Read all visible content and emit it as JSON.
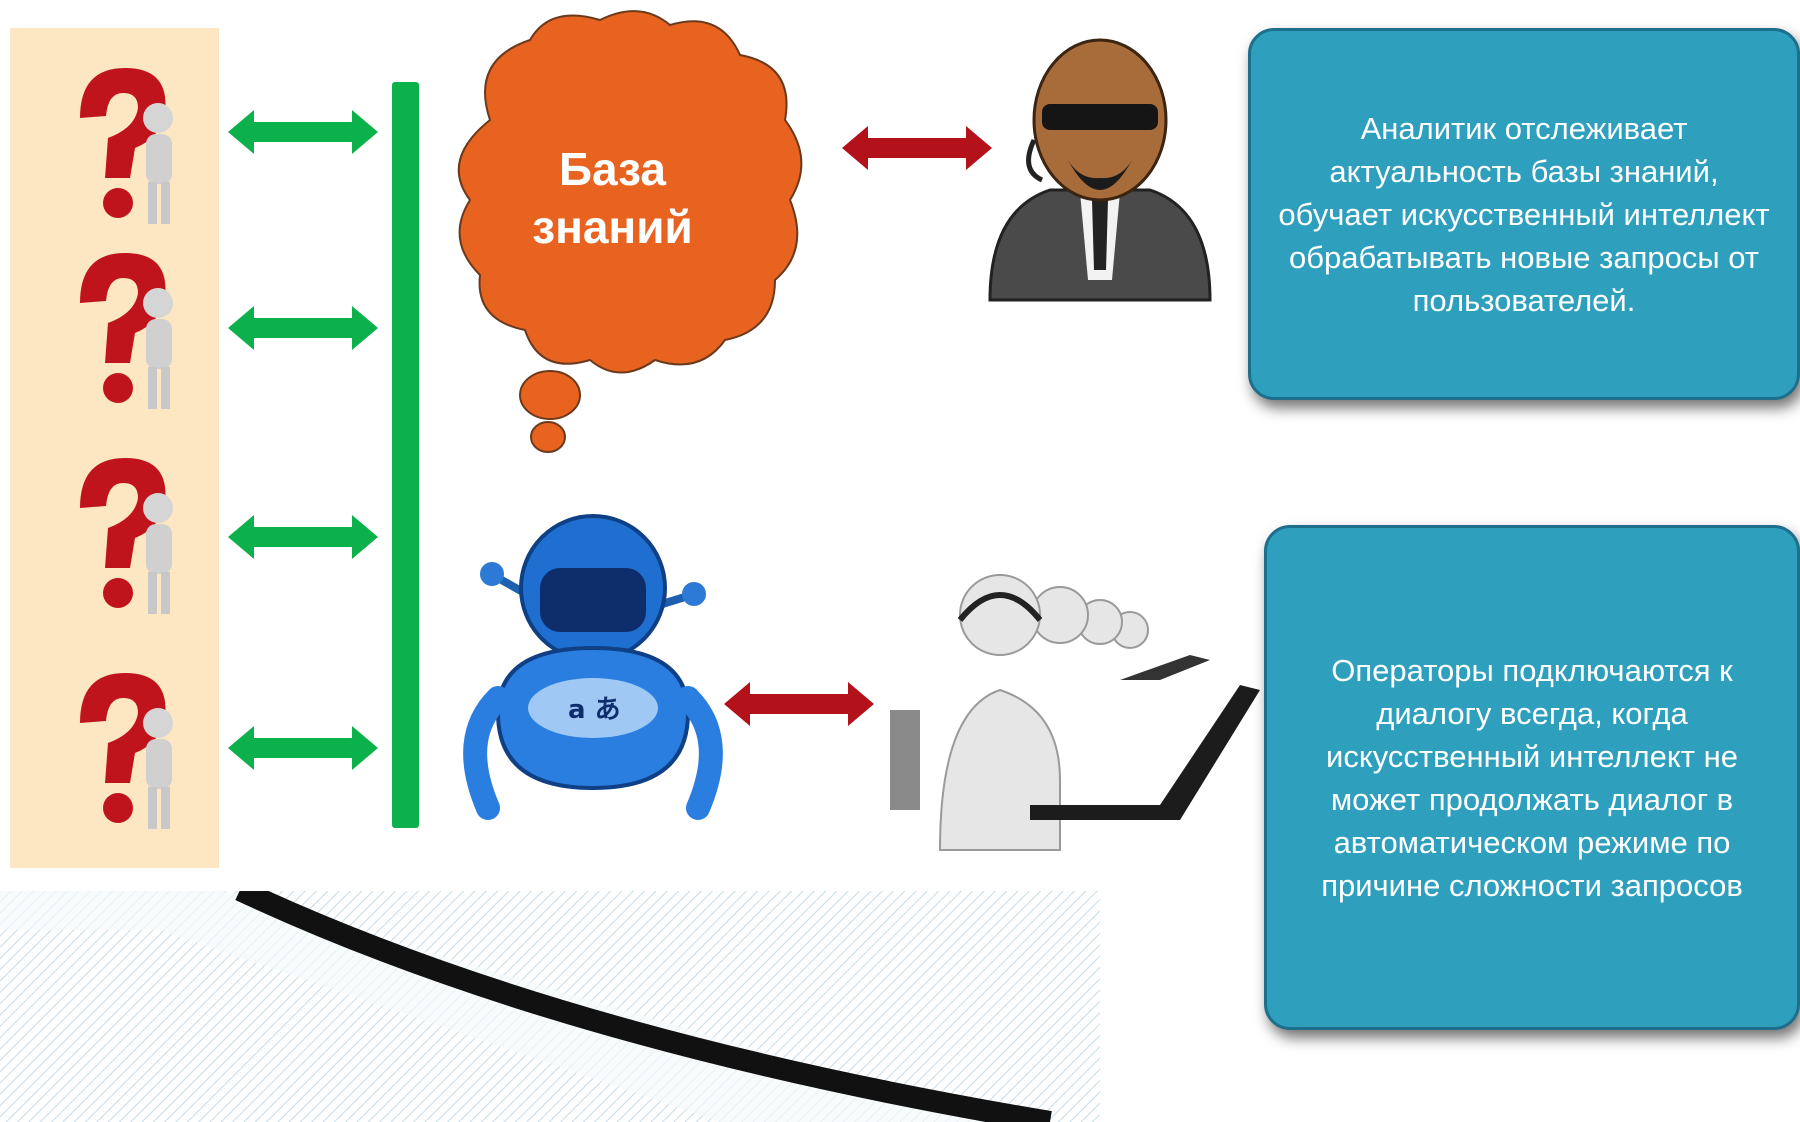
{
  "knowledge_base": {
    "label": "База\nзнаний",
    "line1": "База",
    "line2": "знаний",
    "color": "#e8631f"
  },
  "analyst_box": {
    "text": "Аналитик отслеживает актуальность базы знаний, обучает искусственный интеллект обрабатывать новые запросы от пользователей."
  },
  "operators_box": {
    "text": "Операторы подключаются к диалогу всегда, когда искусственный интеллект не может продолжать диалог в автоматическом режиме по причине сложности запросов"
  },
  "icons": {
    "user": "question-mark-thinking-person-icon",
    "analyst": "agent-with-headset-icon",
    "robot": "robot-translator-icon",
    "operators": "call-center-operators-icon"
  },
  "robot_badge": "a あ",
  "colors": {
    "green_arrow": "#0db14b",
    "red_arrow": "#b3121b",
    "box": "#2f9fbe",
    "panel": "#fde7c3"
  }
}
